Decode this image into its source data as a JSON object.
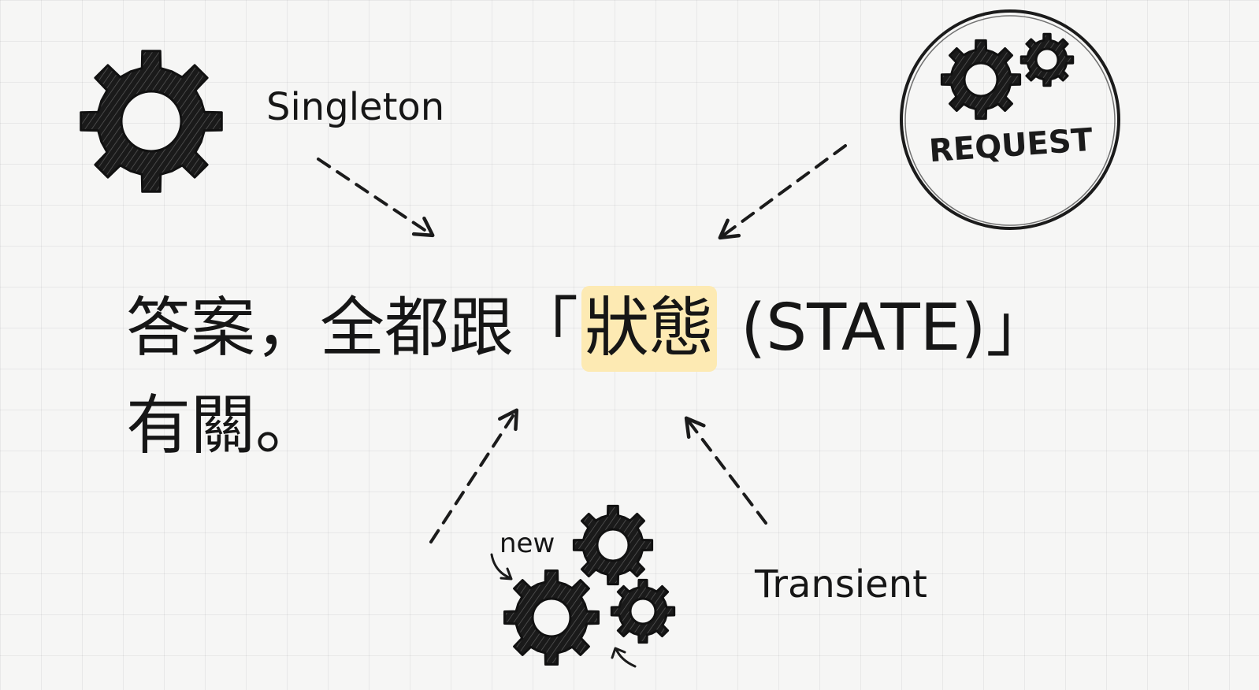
{
  "labels": {
    "singleton": "Singleton",
    "request": "REQUEST",
    "transient": "Transient",
    "new": "new"
  },
  "headline": {
    "line1_before": "答案，全都跟「",
    "line1_highlight": "狀態",
    "line1_after": " (STATE)」",
    "line2": "有關。"
  },
  "colors": {
    "background": "#f6f6f5",
    "ink": "#161616",
    "highlight": "#fdeab3"
  },
  "icons": [
    "gear-icon",
    "gear-pair-icon",
    "gear-cluster-icon",
    "dashed-arrow-icon",
    "curved-arrow-icon"
  ]
}
